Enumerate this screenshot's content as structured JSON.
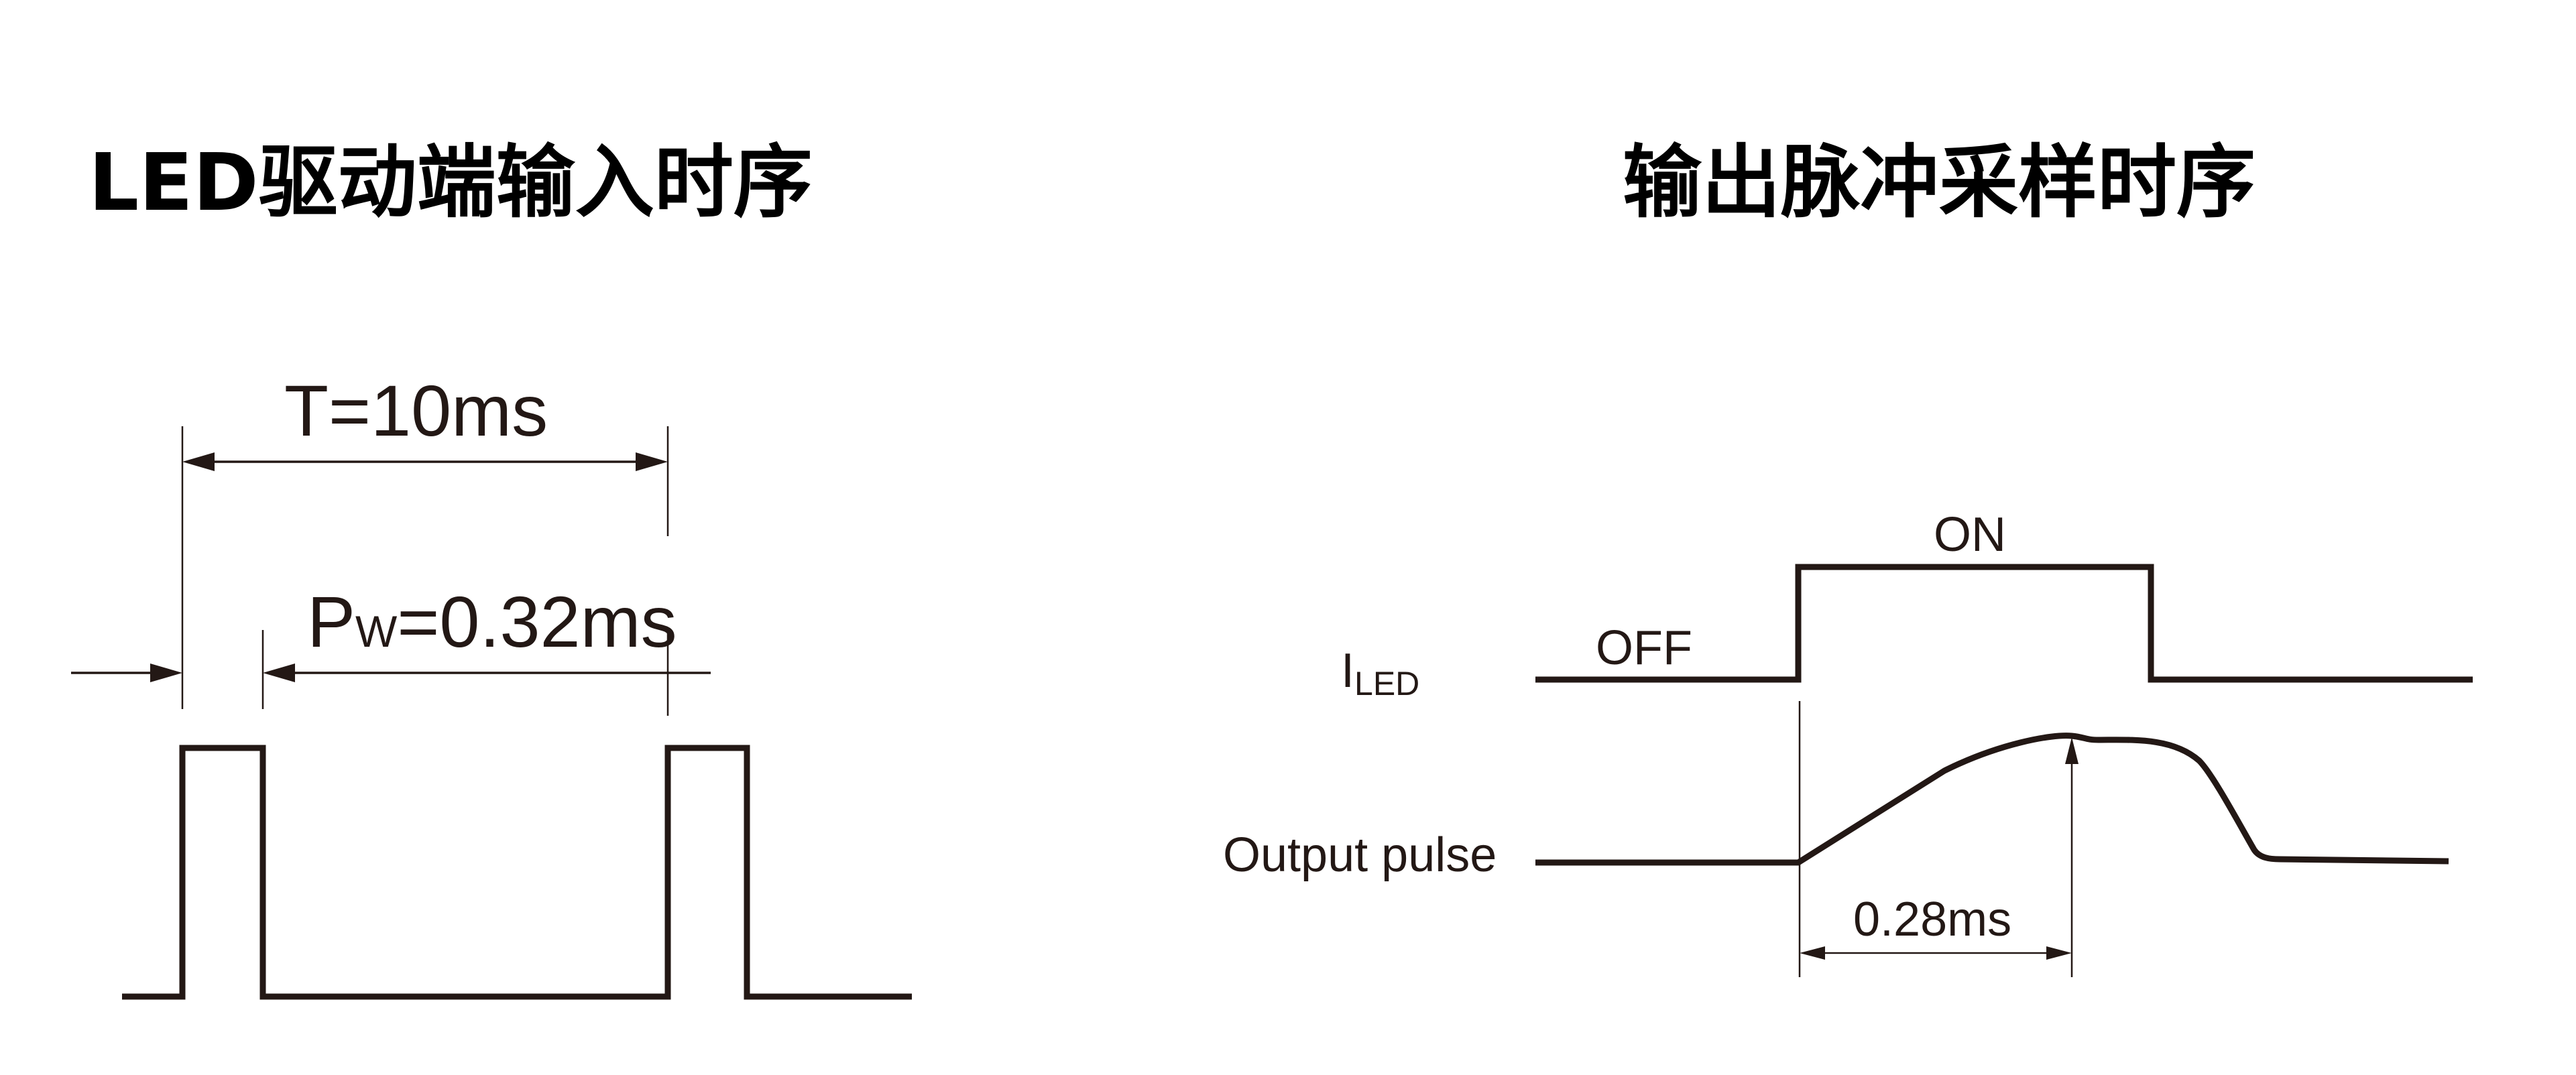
{
  "left_panel": {
    "title": "LED驱动端输入时序",
    "period_label": "T=10ms",
    "pulse_width_main": "P",
    "pulse_width_sub": "W",
    "pulse_width_value": "=0.32ms"
  },
  "right_panel": {
    "title": "输出脉冲采样时序",
    "iled_label_main": "I",
    "iled_label_sub": "LED",
    "off_label": "OFF",
    "on_label": "ON",
    "output_label": "Output pulse",
    "delay_label": "0.28ms"
  }
}
